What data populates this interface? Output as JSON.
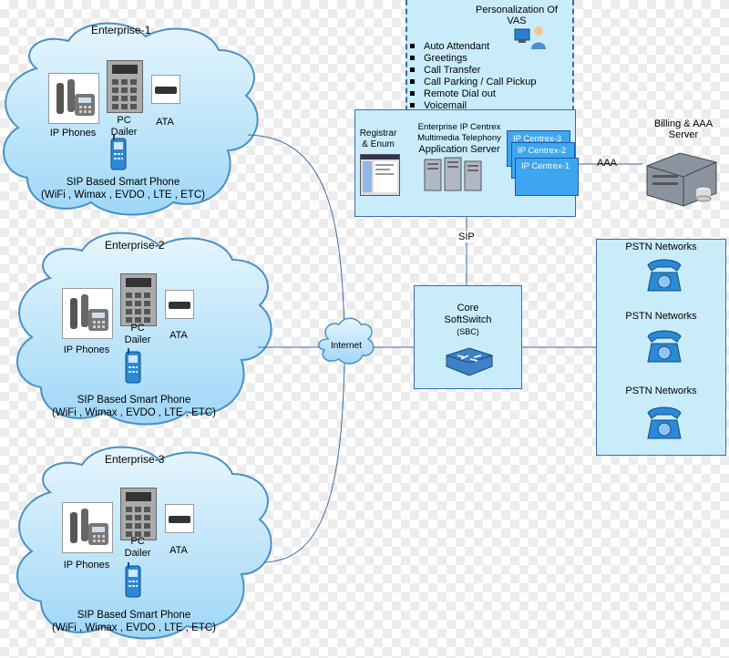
{
  "enterprises": [
    {
      "title": "Enterprise-1",
      "ip_phones": "IP Phones",
      "pc_dailer": "PC\nDailer",
      "ata": "ATA",
      "smart_phone_line1": "SIP Based Smart Phone",
      "smart_phone_line2": "(WiFi , Wimax , EVDO , LTE , ETC)"
    },
    {
      "title": "Enterprise-2",
      "ip_phones": "IP Phones",
      "pc_dailer": "PC\nDailer",
      "ata": "ATA",
      "smart_phone_line1": "SIP Based Smart Phone",
      "smart_phone_line2": "(WiFi , Wimax , EVDO , LTE , ETC)"
    },
    {
      "title": "Enterprise-3",
      "ip_phones": "IP Phones",
      "pc_dailer": "PC\nDailer",
      "ata": "ATA",
      "smart_phone_line1": "SIP Based Smart Phone",
      "smart_phone_line2": "(WiFi , Wimax , EVDO , LTE , ETC)"
    }
  ],
  "internet": "Internet",
  "vas": {
    "title": "Personalization Of\nVAS",
    "items": [
      "Auto Attendant",
      "Greetings",
      "Call Transfer",
      "Call Parking / Call Pickup",
      "Remote Dial out",
      "Voicemail"
    ]
  },
  "app_server": {
    "registrar": "Registrar\n& Enum",
    "line1": "Enterprise IP Centrex",
    "line2": "Multimedia Telephony",
    "line3": "Application Server",
    "centrex": [
      "IP Centrex-3",
      "IP Centrex-2",
      "IP Centrex-1"
    ]
  },
  "billing": "Billing & AAA\nServer",
  "aaa": "AAA",
  "sip": "SIP",
  "core": {
    "line1": "Core",
    "line2": "SoftSwitch",
    "line3": "(SBC)"
  },
  "pstn": [
    "PSTN Networks",
    "PSTN Networks",
    "PSTN Networks"
  ],
  "colors": {
    "cloud_fill": "#bfe6fb",
    "cloud_stroke": "#4a90c8",
    "box_fill": "#c9ecfb",
    "box_stroke": "#3a6ea5",
    "centrex_fill": "#3ea6f0",
    "link": "#3d6d9e"
  }
}
